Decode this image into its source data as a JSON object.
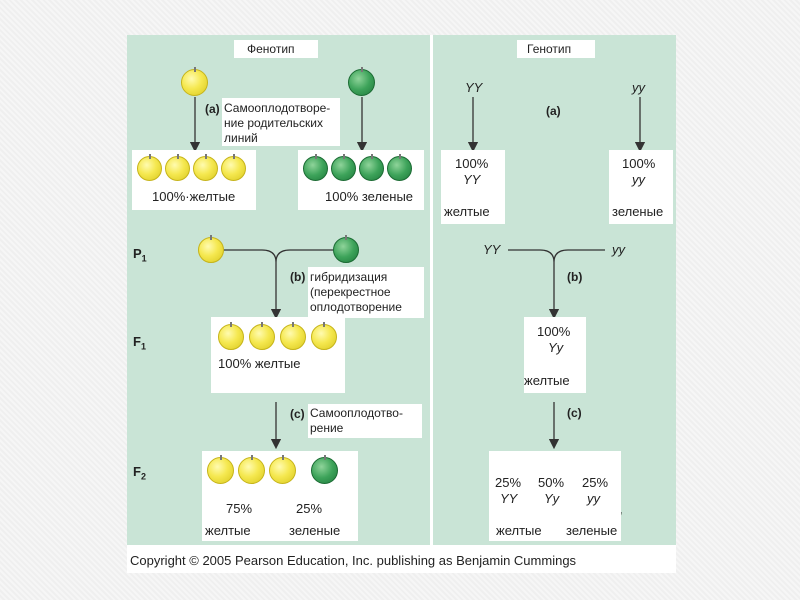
{
  "headers": {
    "phenotype": "Фенотип",
    "genotype": "Генотип"
  },
  "generations": {
    "p1": "P",
    "p1_sub": "1",
    "f1": "F",
    "f1_sub": "1",
    "f2": "F",
    "f2_sub": "2"
  },
  "phenotype": {
    "a_label": "(a)",
    "a_text_1": "Самооплодотворе-",
    "a_text_2": "ние родительских",
    "a_text_3": "линий",
    "parent_yellow": "100%·желтые",
    "parent_green": "100% зеленые",
    "b_label": "(b)",
    "b_text_1": "гибридизация",
    "b_text_2": "(перекрестное",
    "b_text_3": "оплодотворение",
    "f1_text": "100% желтые",
    "c_label": "(c)",
    "c_text_1": "Самооплодотво-",
    "c_text_2": "рение",
    "f2_yellow_pct": "75%",
    "f2_yellow": "желтые",
    "f2_green_pct": "25%",
    "f2_green": "зеленые"
  },
  "genotype": {
    "yy_top_left": "YY",
    "yy_top_right": "yy",
    "a_label": "(a)",
    "left_pct": "100%",
    "left_geno": "YY",
    "left_pheno": "желтые",
    "right_pct": "100%",
    "right_geno": "yy",
    "right_pheno": "зеленые",
    "cross_left": "YY",
    "cross_right": "yy",
    "b_label": "(b)",
    "f1_pct": "100%",
    "f1_geno": "Yy",
    "f1_pheno": "желтые",
    "c_label": "(c)",
    "f2_1_pct": "25%",
    "f2_1_geno": "YY",
    "f2_2_pct": "50%",
    "f2_2_geno": "Yy",
    "f2_3_pct": "25%",
    "f2_3_geno": "yy",
    "f2_yellow": "желтые",
    "f2_green": "зеленые"
  },
  "copyright": "Copyright © 2005 Pearson Education, Inc. publishing as Benjamin Cummings",
  "colors": {
    "panel": "#c9e4d6",
    "yellow_pea": "#f5e850",
    "green_pea": "#3da35a"
  }
}
